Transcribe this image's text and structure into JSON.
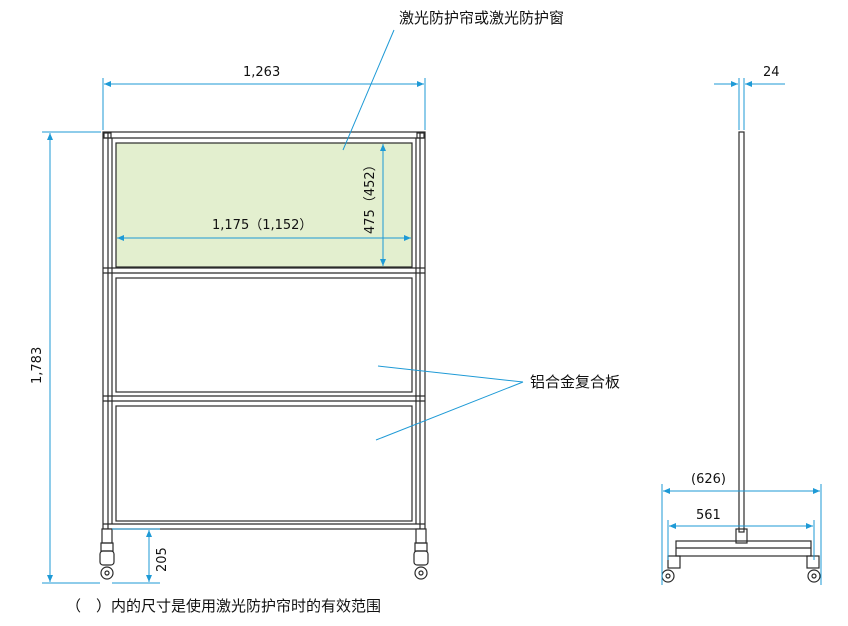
{
  "labels": {
    "curtain_callout": "激光防护帘或激光防护窗",
    "panel_callout": "铝合金复合板",
    "footnote": "（　）内的尺寸是使用激光防护帘时的有效范围"
  },
  "dimensions": {
    "overall_width": "1,263",
    "overall_height": "1,783",
    "window_width": "1,175（1,152）",
    "window_height": "475（452）",
    "caster_height": "205",
    "side_thickness": "24",
    "base_width_curtain": "(626)",
    "base_width": "561"
  },
  "colors": {
    "frame": "#2b2b2b",
    "window_fill": "#e3efcf",
    "dimension_line": "#1e9ad6",
    "leader_line": "#1e9ad6"
  }
}
